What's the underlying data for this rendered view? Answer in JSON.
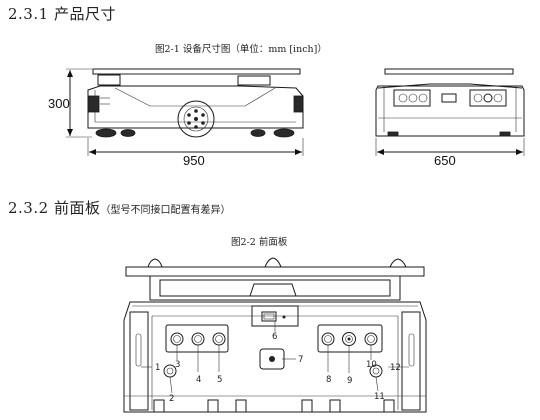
{
  "section_231": {
    "number": "2.3.1",
    "title": "产品尺寸",
    "figure_caption": "图2-1 设备尺寸图（单位：mm [inch]）",
    "dims": {
      "height": "300",
      "length": "950",
      "width": "650"
    }
  },
  "section_232": {
    "number": "2.3.2",
    "title": "前面板",
    "note": "（型号不同接口配置有差异）",
    "figure_caption": "图2-2 前面板",
    "callouts": [
      "1",
      "2",
      "3",
      "4",
      "5",
      "6",
      "7",
      "8",
      "9",
      "10",
      "11",
      "12"
    ]
  },
  "colors": {
    "line": "#1a1a1a",
    "text": "#111111",
    "background": "#ffffff"
  }
}
